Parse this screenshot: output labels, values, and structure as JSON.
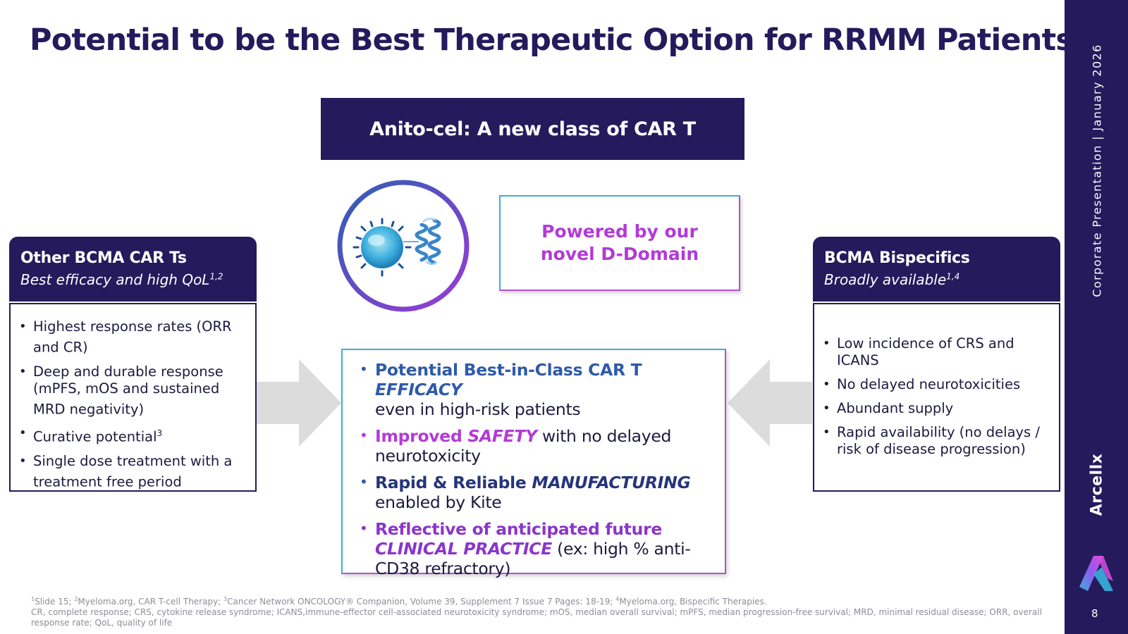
{
  "title": "Potential to be the Best Therapeutic Option for RRMM Patients",
  "sidebar": {
    "meta": "Corporate Presentation  |  January 2026",
    "brand": "Arcellx",
    "page_number": "8",
    "logo_icon": "arcellx-logo-icon"
  },
  "banner": "Anito-cel: A new class of CAR T",
  "ddomain": {
    "line1": "Powered by our",
    "line2": "novel D-Domain"
  },
  "left_card": {
    "heading": "Other BCMA CAR Ts",
    "subheading": "Best efficacy and high QoL",
    "sub_sup": "1,2",
    "items": [
      {
        "text": "Highest response rates (ORR and CR)",
        "sup": ""
      },
      {
        "text": "Deep and durable response (mPFS, mOS and sustained MRD negativity)",
        "sup": ""
      },
      {
        "text": "Curative potential",
        "sup": "3"
      },
      {
        "text": "Single dose treatment with a treatment free period",
        "sup": ""
      }
    ]
  },
  "right_card": {
    "heading": "BCMA Bispecifics",
    "subheading": "Broadly available",
    "sub_sup": "1,4",
    "items": [
      "Low incidence of CRS and ICANS",
      "No delayed neurotoxicities",
      "Abundant supply",
      "Rapid availability (no delays / risk of disease progression)"
    ]
  },
  "center": {
    "items": [
      {
        "bold": "Potential Best-in-Class CAR T ",
        "emph": "EFFICACY",
        "rest": "even in high-risk patients",
        "color": "#2f5aa8"
      },
      {
        "bold": "Improved ",
        "emph": "SAFETY",
        "rest": " with no delayed neurotoxicity",
        "color": "#b33ad6"
      },
      {
        "bold": "Rapid & Reliable ",
        "emph": "MANUFACTURING",
        "rest": "enabled by Kite",
        "color": "#26357a"
      },
      {
        "bold": "Reflective of anticipated future ",
        "emph": "CLINICAL PRACTICE",
        "rest": " (ex: high % anti-CD38 refractory)",
        "color": "#8a36c9"
      }
    ]
  },
  "footnotes": {
    "line1_parts": [
      "1",
      "Slide 15; ",
      "2",
      "Myeloma.org, CAR T-cell Therapy; ",
      "3",
      "Cancer Network ONCOLOGY® Companion, Volume 39, Supplement 7 Issue 7 Pages: 18-19; ",
      "4",
      "Myeloma.org, Bispecific Therapies."
    ],
    "line2": "CR, complete response; CRS, cytokine release syndrome; ICANS,immune-effector cell-associated neurotoxicity syndrome; mOS, median overall survival; mPFS, median progression-free survival; MRD, minimal residual disease; ORR, overall response rate; QoL, quality of life"
  },
  "colors": {
    "navy": "#251a5c",
    "blue": "#2f5aa8",
    "magenta": "#b33ad6",
    "violet": "#8a36c9",
    "cyan": "#3ab0dd",
    "arrow_gray": "#dcdcdc"
  },
  "icons": [
    "molecule-illustration-icon",
    "right-arrow-icon",
    "left-arrow-icon"
  ]
}
